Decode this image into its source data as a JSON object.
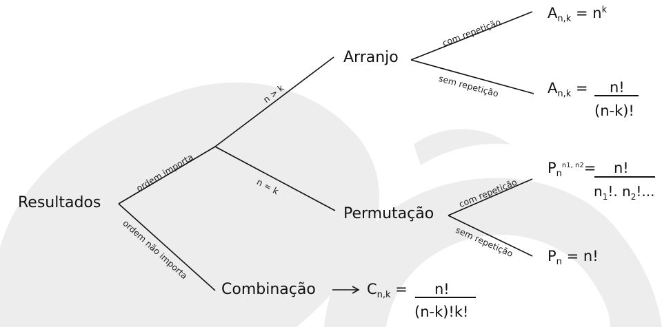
{
  "colors": {
    "background": "#ffffff",
    "watermark": "#ededed",
    "lines": "#111111",
    "text": "#111111"
  },
  "nodes": {
    "root": "Resultados",
    "arranjo": "Arranjo",
    "permutacao": "Permutação",
    "combinacao": "Combinação"
  },
  "edge_labels": {
    "ordem_importa": "ordem importa",
    "ordem_nao_importa": "ordem não importa",
    "n_gt_k": "n > k",
    "n_eq_k": "n = k",
    "arranjo_com": "com repetição",
    "arranjo_sem": "sem repetição",
    "perm_com": "com repetição",
    "perm_sem": "sem repetição"
  },
  "formulas": {
    "arranjo_com": {
      "symbol": "A",
      "sub": "n,k",
      "rhs": "= n",
      "sup": "k"
    },
    "arranjo_sem": {
      "symbol": "A",
      "sub": "n,k",
      "rhs": "=",
      "numerator": "n!",
      "denominator": "(n-k)!"
    },
    "perm_com": {
      "symbol": "P",
      "sub": "n",
      "sup": "n1, n2",
      "rhs": "=",
      "numerator": "n!",
      "den_a": "n",
      "den_a_sub": "1",
      "den_b": "!. n",
      "den_b_sub": "2",
      "den_c": "!..."
    },
    "perm_sem": {
      "symbol": "P",
      "sub": "n",
      "rhs": "= n!"
    },
    "combinacao": {
      "symbol": "C",
      "sub": "n,k",
      "rhs": "=",
      "numerator": "n!",
      "denominator": "(n-k)!k!"
    }
  }
}
